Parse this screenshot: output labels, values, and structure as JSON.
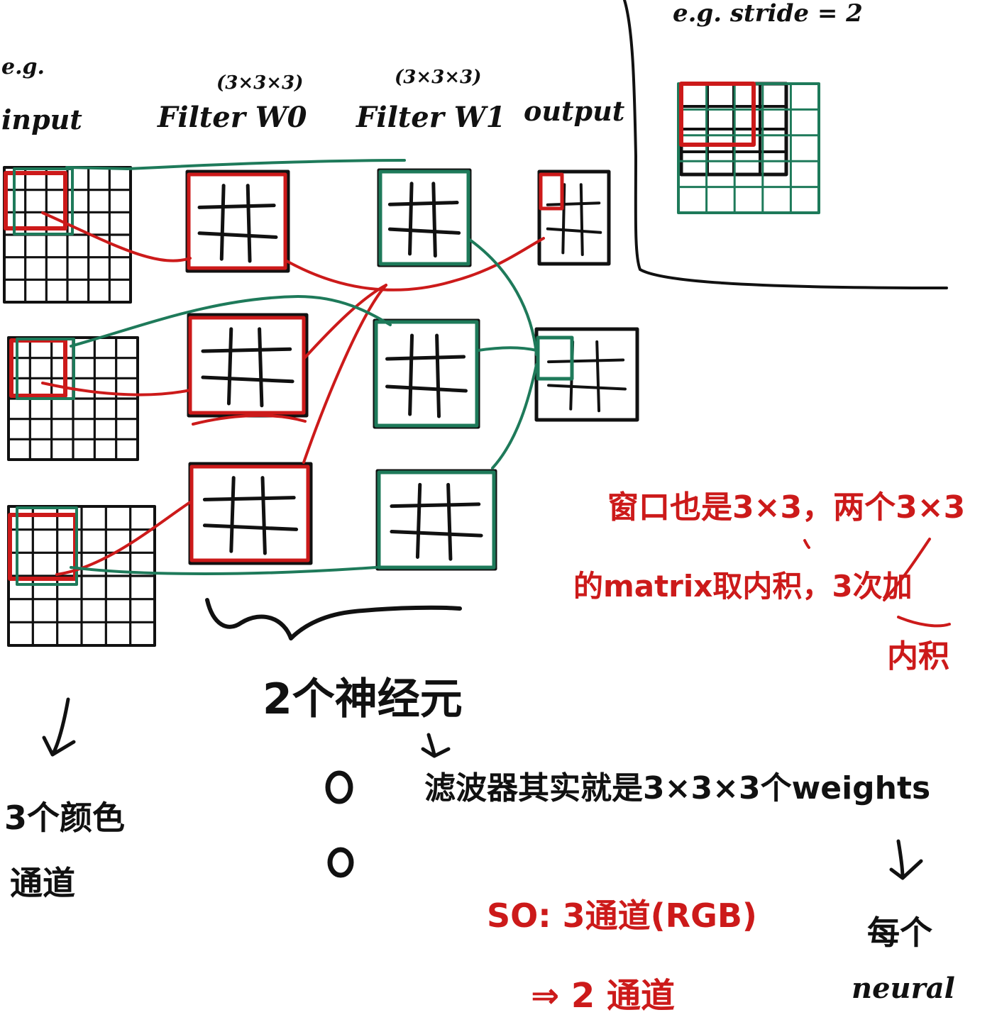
{
  "colors": {
    "black": "#111111",
    "red": "#cc1a1a",
    "green": "#1e7a5a"
  },
  "header": {
    "eg_left": "e.g.",
    "input": "input",
    "filter_w0": "Filter W0",
    "filter_w0_shape": "(3×3×3)",
    "filter_w1": "Filter W1",
    "filter_w1_shape": "(3×3×3)",
    "output": "output"
  },
  "stride_example": {
    "label": "e.g.   stride = 2"
  },
  "notes": {
    "window_line1": "窗口也是3×3，两个3×3",
    "window_line2": "的matrix取内积，3次加",
    "window_line3": "内积",
    "neurons": "2个神经元",
    "filter_is": "滤波器其实就是3×3×3个weights",
    "color_channels_1": "3个颜色",
    "color_channels_2": "通道",
    "so_channels": "SO: 3通道(RGB)",
    "two_channels": "⇒ 2 通道",
    "each_1": "每个",
    "each_2": "neural"
  }
}
